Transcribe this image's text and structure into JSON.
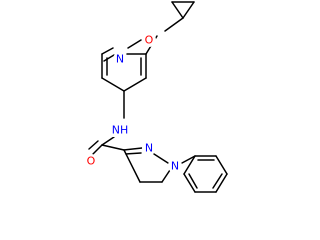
{
  "molecule": {
    "colors": {
      "bond": "#000000",
      "nitrogen": "#0000ff",
      "oxygen": "#ff0000",
      "background": "#ffffff"
    },
    "atom_labels": {
      "pyridine_n": "N",
      "ether_o": "O",
      "amide_nh": "NH",
      "amide_o": "O",
      "pyrazoline_n2": "N",
      "pyrazoline_n1": "N"
    }
  }
}
